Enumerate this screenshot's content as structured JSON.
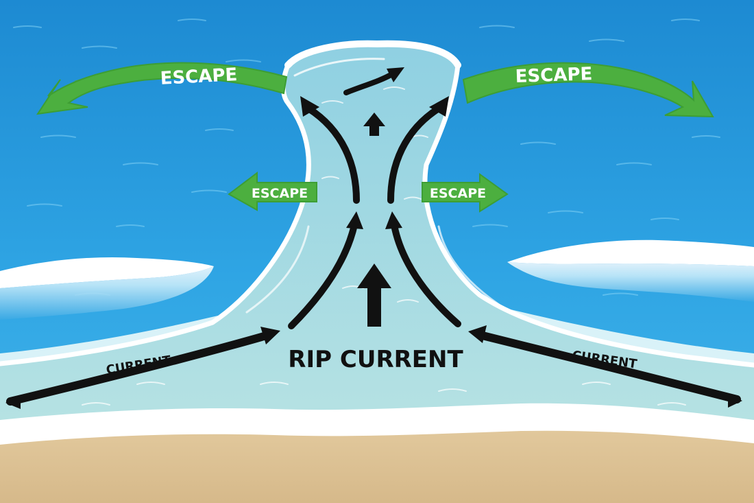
{
  "colors": {
    "ocean_deep": "#1f8fd6",
    "ocean_mid": "#31a8e6",
    "ocean_light": "#57c1f0",
    "rip_water": "#a7dbe0",
    "foam": "#ffffff",
    "sand": "#dcc295",
    "sand_dark": "#c9ad7e",
    "arrow_black": "#111111",
    "escape_green": "#4caf3f",
    "escape_green_dark": "#2f8a2a",
    "escape_text": "#ffffff"
  },
  "labels": {
    "escape_top_left": "ESCAPE",
    "escape_top_right": "ESCAPE",
    "escape_mid_left": "ESCAPE",
    "escape_mid_right": "ESCAPE",
    "current_left": "CURRENT",
    "current_right": "CURRENT",
    "rip_current": "RIP CURRENT"
  },
  "icons": {
    "escape_arrow": "curved-arrow-icon",
    "current_arrow": "arrow-icon",
    "rip_arrow": "up-arrow-icon"
  }
}
